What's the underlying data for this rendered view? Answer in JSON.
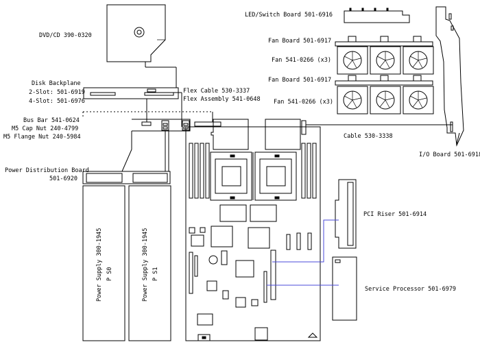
{
  "labels": {
    "dvd": "DVD/CD 390-0320",
    "disk_backplane": "Disk Backplane",
    "slot2": "2-Slot:  501-6919",
    "slot4": "4-Slot:  501-6976",
    "flex_cable": "Flex Cable 530-3337",
    "flex_assembly": "Flex Assembly 541-0648",
    "bus_bar": "Bus Bar 541-0624",
    "m5_cap_nut": "M5 Cap Nut 240-4799",
    "m5_flange_nut": "M5 Flange Nut 240-5984",
    "pdb_line1": "Power Distribution Board",
    "pdb_line2": "501-6920",
    "psu0": "Power Supply 300-1945",
    "psu0_id": "P S0",
    "psu1": "Power Supply 300-1945",
    "psu1_id": "P S1",
    "led_switch": "LED/Switch Board 501-6916",
    "fan_board_1": "Fan  Board  501-6917",
    "fan_1": "Fan 541-0266 (x3)",
    "fan_board_2": "Fan  Board  501-6917",
    "fan_2": "Fan 541-0266 (x3)",
    "cable": "Cable 530-3338",
    "io_board": "I/O Board 501-6918",
    "pci_riser": "PCI Riser 501-6914",
    "service_processor": "Service Processor 501-6979"
  },
  "colors": {
    "line": "#000000",
    "connector": "#4a4ad8"
  }
}
